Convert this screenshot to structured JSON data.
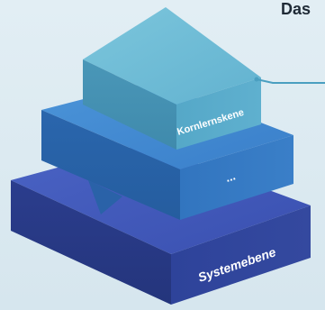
{
  "title": "Das",
  "layers": [
    {
      "label": "Systemebene"
    },
    {
      "label": "..."
    },
    {
      "label": "Kornlernskene"
    }
  ],
  "colors": {
    "background": "#e2eef4",
    "bottom_layer_top": "#3d55b7",
    "bottom_layer_front": "#2c3f94",
    "middle_layer_top": "#3f87d0",
    "middle_layer_front": "#2f6eb5",
    "top_layer_top": "#6cb9d4",
    "top_layer_front": "#4ea0c2",
    "connector_line": "#4a9fc0"
  }
}
